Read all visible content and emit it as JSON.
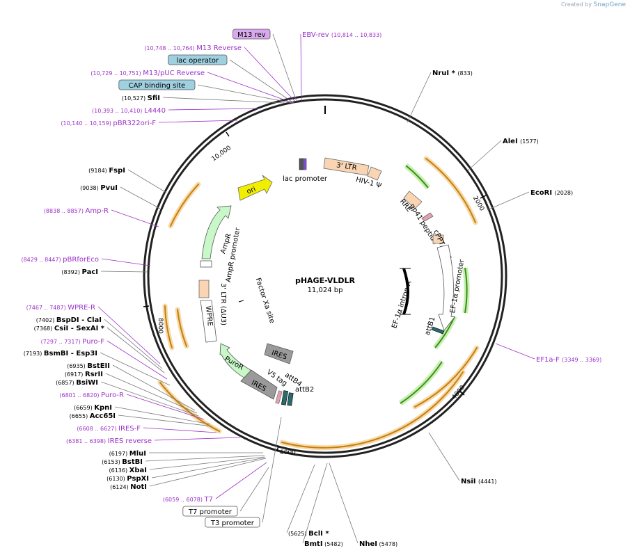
{
  "credit": {
    "prefix": "Created by",
    "brand": "SnapGene"
  },
  "plasmid": {
    "name": "pHAGE-VLDLR",
    "size": "11,024 bp"
  },
  "ticks": [
    "2000",
    "4000",
    "6000",
    "8000",
    "10,000"
  ],
  "colors": {
    "primer": "#9b30c8",
    "site": "#000000",
    "orf": "#f0a030",
    "orfGreen": "#4caf50",
    "feature": "#f9d5b3",
    "ori": "#f2ee00",
    "amp": "#c8f7c8",
    "gray": "#9a9a9a",
    "labelBox": "#9fd0e0",
    "m13": "#d9a8ee"
  },
  "left_labels": [
    {
      "name": "M13 rev",
      "pos": "",
      "kind": "box-purple"
    },
    {
      "name": "M13 Reverse",
      "pos": "(10,748 .. 10,764)",
      "kind": "primer"
    },
    {
      "name": "lac operator",
      "pos": "",
      "kind": "box-blue"
    },
    {
      "name": "M13/pUC Reverse",
      "pos": "(10,729 .. 10,751)",
      "kind": "primer"
    },
    {
      "name": "CAP binding site",
      "pos": "",
      "kind": "box-blue"
    },
    {
      "name": "SfiI",
      "pos": "(10,527)",
      "kind": "site"
    },
    {
      "name": "L4440",
      "pos": "(10,393 .. 10,410)",
      "kind": "primer"
    },
    {
      "name": "pBR322ori-F",
      "pos": "(10,140 .. 10,159)",
      "kind": "primer"
    },
    {
      "name": "FspI",
      "pos": "(9184)",
      "kind": "site"
    },
    {
      "name": "PvuI",
      "pos": "(9038)",
      "kind": "site"
    },
    {
      "name": "Amp-R",
      "pos": "(8838 .. 8857)",
      "kind": "primer"
    },
    {
      "name": "pBRforEco",
      "pos": "(8429 .. 8447)",
      "kind": "primer"
    },
    {
      "name": "PacI",
      "pos": "(8392)",
      "kind": "site"
    },
    {
      "name": "WPRE-R",
      "pos": "(7467 .. 7487)",
      "kind": "primer"
    },
    {
      "name": "BspDI",
      "pos": "(7402)",
      "kind": "site",
      "extra": "- ClaI"
    },
    {
      "name": "CsiI",
      "pos": "(7368)",
      "kind": "site",
      "extra": "- SexAI *"
    },
    {
      "name": "Puro-F",
      "pos": "(7297 .. 7317)",
      "kind": "primer"
    },
    {
      "name": "BsmBI",
      "pos": "(7193)",
      "kind": "site",
      "extra": "- Esp3I"
    },
    {
      "name": "BstEII",
      "pos": "(6935)",
      "kind": "site"
    },
    {
      "name": "RsrII",
      "pos": "(6917)",
      "kind": "site"
    },
    {
      "name": "BsiWI",
      "pos": "(6857)",
      "kind": "site"
    },
    {
      "name": "Puro-R",
      "pos": "(6801 .. 6820)",
      "kind": "primer"
    },
    {
      "name": "KpnI",
      "pos": "(6659)",
      "kind": "site"
    },
    {
      "name": "Acc65I",
      "pos": "(6655)",
      "kind": "site"
    },
    {
      "name": "IRES-F",
      "pos": "(6608 .. 6627)",
      "kind": "primer"
    },
    {
      "name": "IRES reverse",
      "pos": "(6381 .. 6398)",
      "kind": "primer"
    },
    {
      "name": "MluI",
      "pos": "(6197)",
      "kind": "site"
    },
    {
      "name": "BstBI",
      "pos": "(6153)",
      "kind": "site"
    },
    {
      "name": "XbaI",
      "pos": "(6136)",
      "kind": "site"
    },
    {
      "name": "PspXI",
      "pos": "(6130)",
      "kind": "site"
    },
    {
      "name": "NotI",
      "pos": "(6124)",
      "kind": "site"
    },
    {
      "name": "T7",
      "pos": "(6059 .. 6078)",
      "kind": "primer"
    },
    {
      "name": "T7 promoter",
      "pos": "",
      "kind": "box-white"
    },
    {
      "name": "T3 promoter",
      "pos": "",
      "kind": "box-white"
    }
  ],
  "top_right": [
    {
      "name": "EBV-rev",
      "pos": "(10,814 .. 10,833)",
      "kind": "primer"
    },
    {
      "name": "NruI *",
      "pos": "(833)",
      "kind": "site"
    },
    {
      "name": "AleI",
      "pos": "(1577)",
      "kind": "site"
    },
    {
      "name": "EcoRI",
      "pos": "(2028)",
      "kind": "site"
    },
    {
      "name": "EF1a-F",
      "pos": "(3349 .. 3369)",
      "kind": "primer"
    },
    {
      "name": "NsiI",
      "pos": "(4441)",
      "kind": "site"
    },
    {
      "name": "BclI *",
      "pos": "(5625)",
      "kind": "site"
    },
    {
      "name": "BmtI",
      "pos": "(5482)",
      "kind": "site"
    },
    {
      "name": "NheI",
      "pos": "(5478)",
      "kind": "site"
    }
  ],
  "features": [
    "lac promoter",
    "3' LTR",
    "HIV-1 Ψ",
    "RRE",
    "gp41 peptide",
    "cPPT/CTS",
    "EF-1α promoter",
    "EF-1α intron A",
    "attB1",
    "ori",
    "AmpR",
    "AmpR promoter",
    "3' LTR (ΔU3)",
    "WPRE",
    "Factor Xa site",
    "IRES",
    "PuroR",
    "V5 tag",
    "attB4",
    "attB2"
  ]
}
